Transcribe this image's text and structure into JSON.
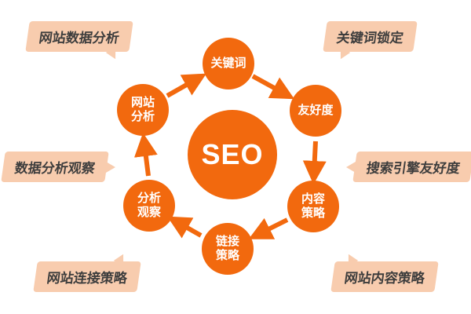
{
  "diagram": {
    "center": {
      "label": "SEO"
    },
    "nodes": [
      {
        "id": "site-analysis",
        "lines": [
          "网站",
          "分析"
        ]
      },
      {
        "id": "keyword",
        "lines": [
          "关键词"
        ]
      },
      {
        "id": "friendliness",
        "lines": [
          "友好度"
        ]
      },
      {
        "id": "content-strategy",
        "lines": [
          "内容",
          "策略"
        ]
      },
      {
        "id": "link-strategy",
        "lines": [
          "链接",
          "策略"
        ]
      },
      {
        "id": "analysis-observation",
        "lines": [
          "分析",
          "观察"
        ]
      }
    ],
    "callouts": [
      {
        "id": "site-data-analysis",
        "label": "网站数据分析",
        "points_to": "site-analysis"
      },
      {
        "id": "keyword-targeting",
        "label": "关键词锁定",
        "points_to": "keyword"
      },
      {
        "id": "data-analysis-observation",
        "label": "数据分析观察",
        "points_to": "analysis-observation"
      },
      {
        "id": "search-engine-friendliness",
        "label": "搜索引擎友好度",
        "points_to": "friendliness"
      },
      {
        "id": "site-link-strategy",
        "label": "网站连接策略",
        "points_to": "link-strategy"
      },
      {
        "id": "site-content-strategy",
        "label": "网站内容策略",
        "points_to": "content-strategy"
      }
    ],
    "flow": [
      "网站分析",
      "关键词",
      "友好度",
      "内容策略",
      "链接策略",
      "分析观察"
    ],
    "colors": {
      "node_orange": "#f2690e",
      "callout_bg": "#f8ccae",
      "callout_text": "#3d3d3d",
      "background": "#ffffff"
    }
  }
}
